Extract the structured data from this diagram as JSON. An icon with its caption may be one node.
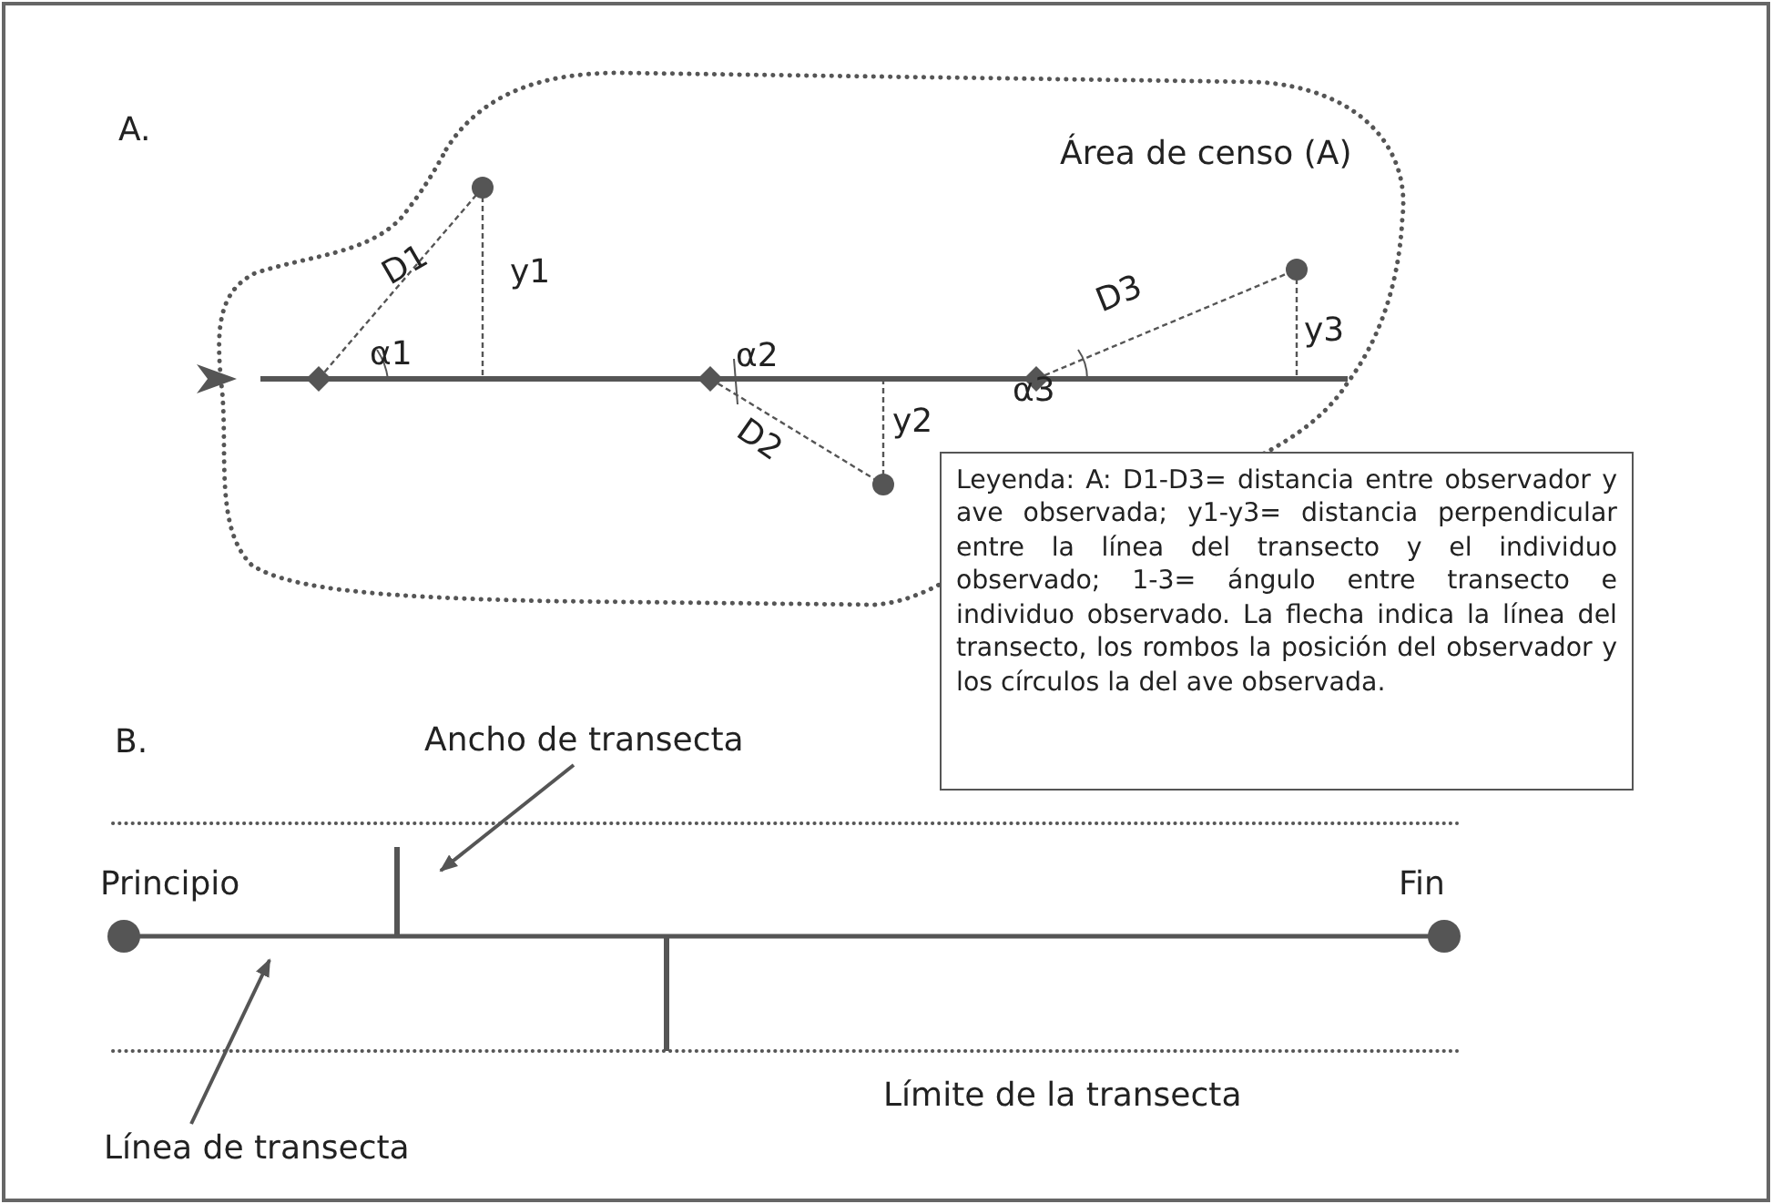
{
  "diagram": {
    "nodes": [
      {
        "text": [
          "Leyenda: A: D1-D3= distancia entre observador y ave observada; y1-y3= distancia perpendicular entre la línea del transecto y el individuo observado; 1-3= ángulo entre transecto e individuo observado. La flecha indica la línea del transecto, los rombos la posición del observador y los círculos la del ave observada."
        ]
      },
      {
        "text": [
          "Ancho de transecta"
        ]
      },
      {
        "text": [
          "Línea de transecta"
        ]
      }
    ],
    "edges": [
      {
        "from": 1,
        "to": null,
        "arrow": "to"
      },
      {
        "from": 2,
        "to": null,
        "arrow": "to"
      }
    ],
    "labels": [
      "A.",
      "Área de censo (A)",
      "D1",
      "y1",
      "α1",
      "α2",
      "D2",
      "y2",
      "D3",
      "y3",
      "α3",
      "B.",
      "Principio",
      "Fin",
      "Límite de la transecta"
    ]
  }
}
